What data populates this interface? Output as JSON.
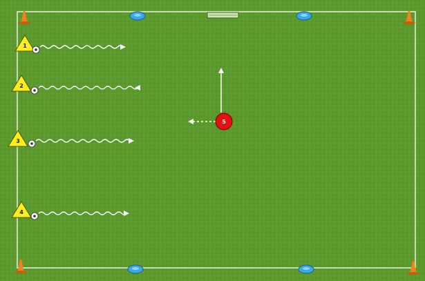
{
  "colors": {
    "pitch": "#5c9a2e",
    "pitch_dark": "#4f8a25",
    "line": "#e9f2e2",
    "cone": "#f2821e",
    "disc": "#39a8e6",
    "attacker": "#ffee1c",
    "defender": "#e21212",
    "goal": "#cfe6b6"
  },
  "icons": {
    "corner_cone": "cone-icon",
    "marker_disc": "disc-marker-icon",
    "goal": "mini-goal-icon",
    "ball": "soccer-ball-icon"
  },
  "attackers": [
    {
      "label": "1"
    },
    {
      "label": "2"
    },
    {
      "label": "3"
    },
    {
      "label": "4"
    }
  ],
  "defender": {
    "label": "5"
  }
}
